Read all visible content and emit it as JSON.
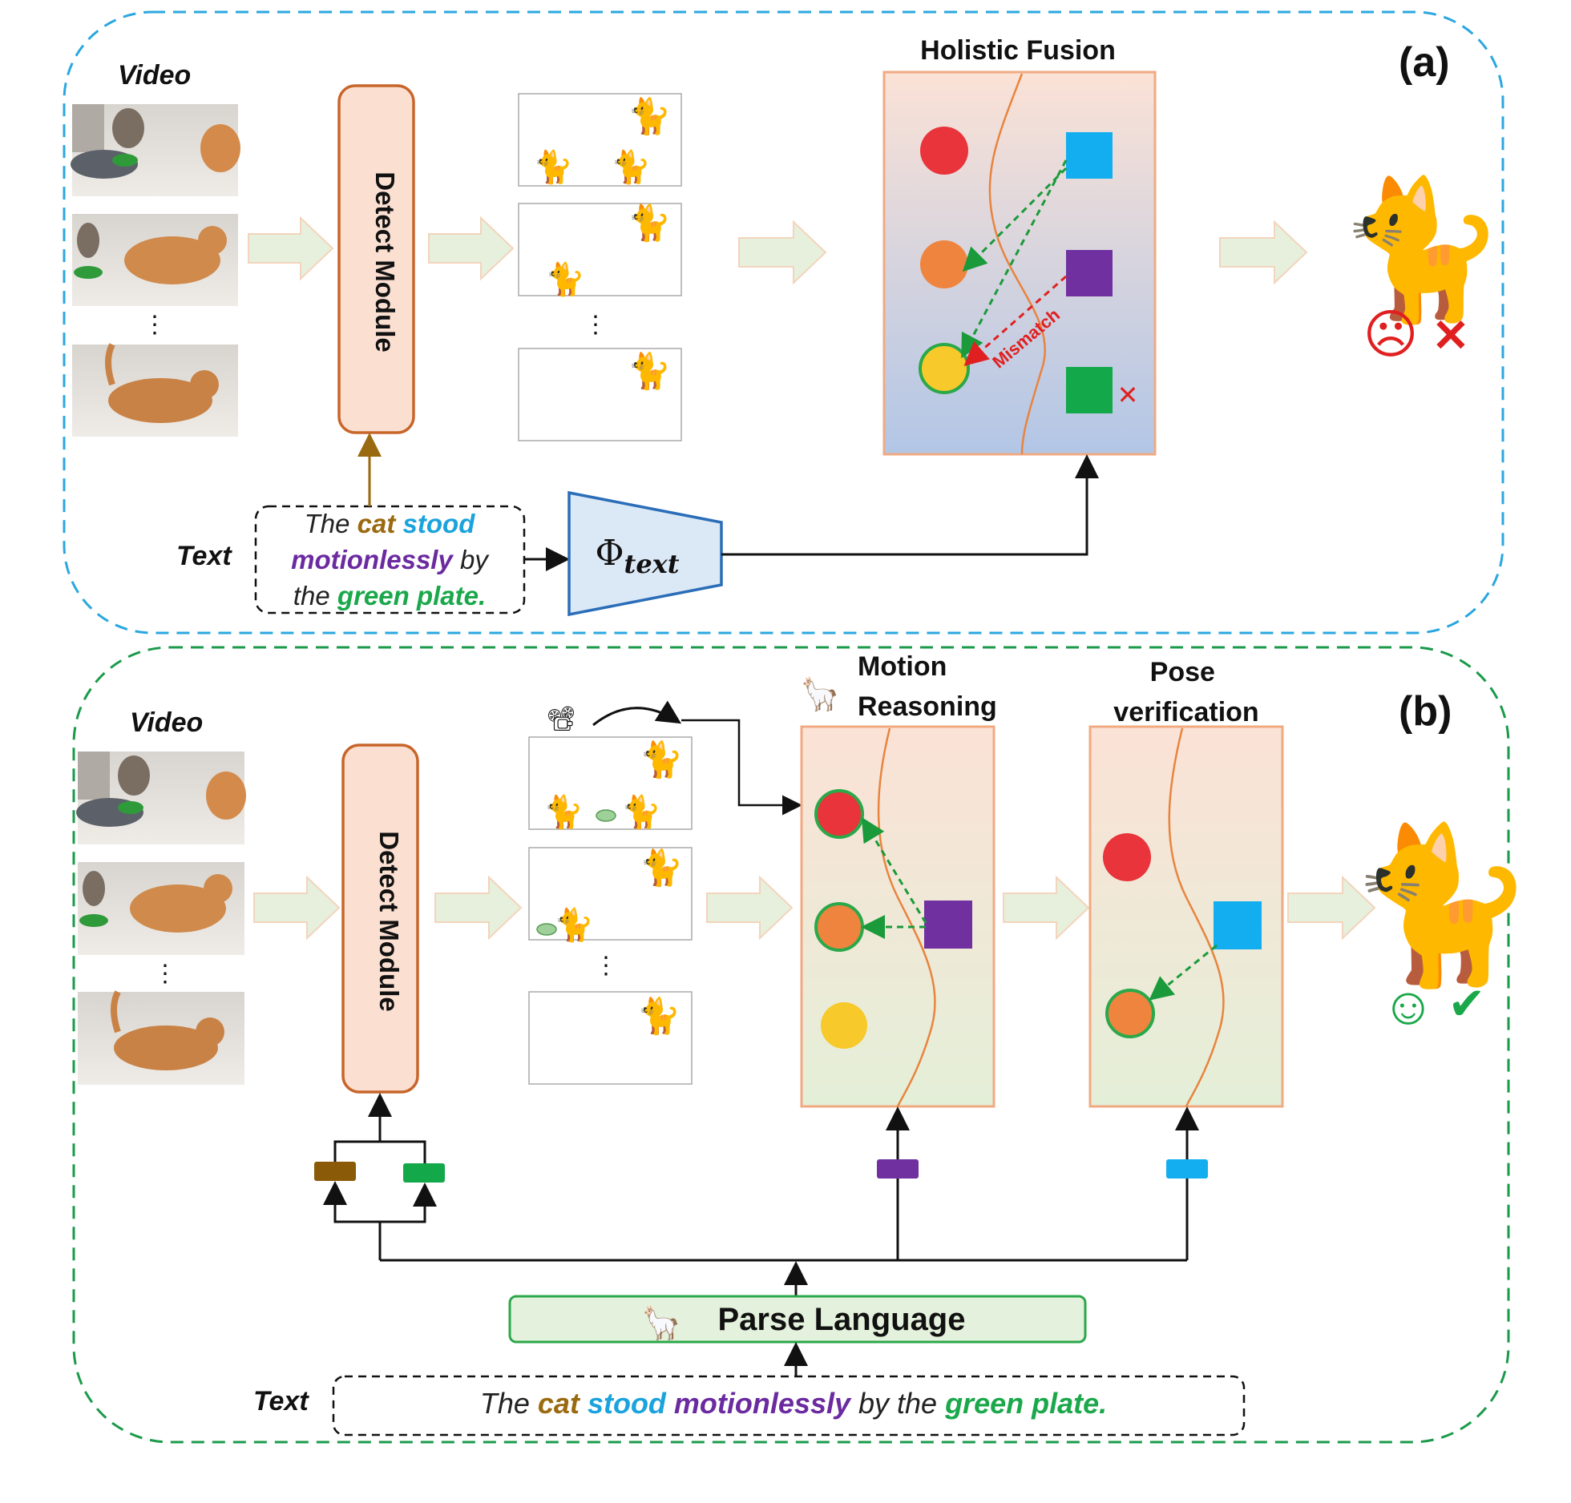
{
  "panel_a": {
    "label": "(a)",
    "video_label": "Video",
    "text_label": "Text",
    "detect_module": "Detect Module",
    "fusion_title": "Holistic Fusion",
    "mismatch": "Mismatch",
    "encoder_symbol": "Φ",
    "encoder_subscript": "text",
    "ellipsis": "⋮",
    "sentence": [
      {
        "text": "The ",
        "color": "#222222",
        "weight": "normal"
      },
      {
        "text": "cat",
        "color": "#9a6a10",
        "weight": "bold"
      },
      {
        "text": " stood",
        "color": "#1aa3dc",
        "weight": "bold"
      }
    ],
    "sentence_line2": [
      {
        "text": "motionlessly",
        "color": "#6a2aa0",
        "weight": "bold"
      },
      {
        "text": " by",
        "color": "#222222",
        "weight": "normal"
      }
    ],
    "sentence_line3": [
      {
        "text": "the ",
        "color": "#222222",
        "weight": "normal"
      },
      {
        "text": "green plate.",
        "color": "#1aa84a",
        "weight": "bold"
      }
    ],
    "result_face": "☹",
    "result_mark": "✕"
  },
  "panel_b": {
    "label": "(b)",
    "video_label": "Video",
    "text_label": "Text",
    "detect_module": "Detect Module",
    "motion_title_1": "Motion",
    "motion_title_2": "Reasoning",
    "pose_title_1": "Pose",
    "pose_title_2": "verification",
    "parse_language": "Parse Language",
    "ellipsis": "⋮",
    "sentence": [
      {
        "text": "The ",
        "color": "#222222",
        "weight": "normal"
      },
      {
        "text": "cat",
        "color": "#9a6a10",
        "weight": "bold"
      },
      {
        "text": " stood",
        "color": "#1aa3dc",
        "weight": "bold"
      },
      {
        "text": " motionlessly",
        "color": "#6a2aa0",
        "weight": "bold"
      },
      {
        "text": " by the ",
        "color": "#222222",
        "weight": "normal"
      },
      {
        "text": "green plate.",
        "color": "#1aa84a",
        "weight": "bold"
      }
    ],
    "result_face": "☺",
    "result_mark": "✔"
  },
  "colors": {
    "panel_a_border": "#2aa7df",
    "panel_b_border": "#1a9a4a",
    "detect_fill": "#fbe0d2",
    "detect_border": "#c8652a",
    "arrow_fill": "#e6f0dc",
    "red": "#e8343a",
    "orange": "#ef843e",
    "yellow": "#f7c92a",
    "blue": "#13aef0",
    "purple": "#7030a0",
    "green": "#13a84a",
    "brown": "#8a5a08",
    "encoder_fill": "#dbe8f6",
    "encoder_border": "#2a6db8",
    "parse_fill": "#e4f1dc",
    "parse_border": "#2aa84a"
  }
}
